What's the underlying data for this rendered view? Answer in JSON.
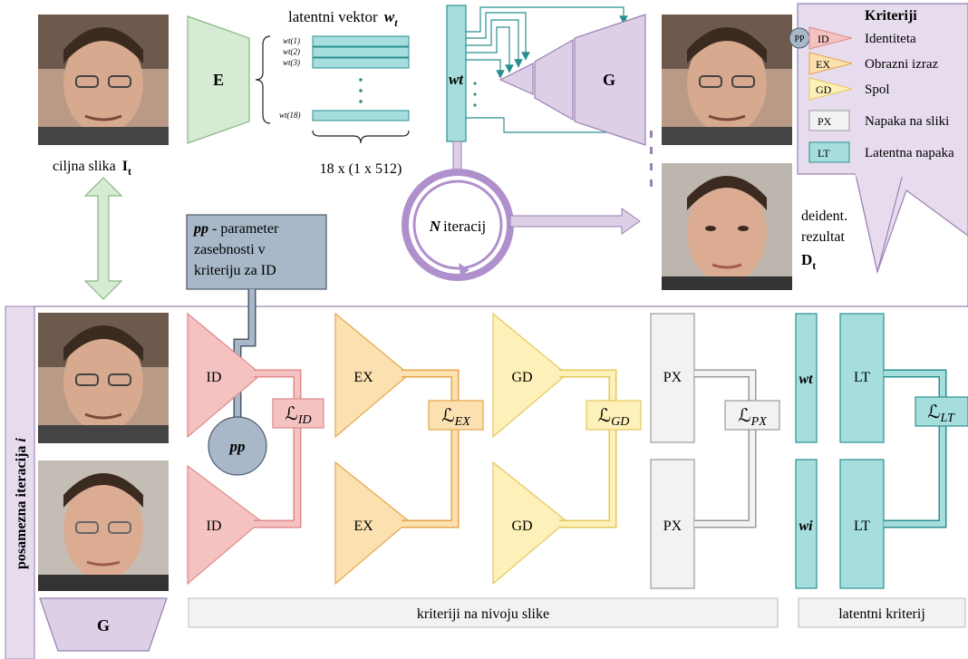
{
  "target": {
    "caption": "ciljna slika",
    "symbol": "I",
    "subscript": "t"
  },
  "encoder": {
    "label": "E"
  },
  "latent": {
    "title": "latentni vektor",
    "symbol": "w",
    "subscript": "t",
    "rows": [
      "wt(1)",
      "wt(2)",
      "wt(3)",
      "wt(18)"
    ],
    "dims": "18 x (1 x 512)"
  },
  "wt_box": {
    "label": "wt"
  },
  "generator": {
    "label": "G"
  },
  "iterations": {
    "N": "N",
    "text": "iteracij"
  },
  "result": {
    "line1": "deident.",
    "line2": "rezultat",
    "symbol": "D",
    "subscript": "t"
  },
  "pp_box": {
    "line1": "pp",
    "line1_rest": " - parameter",
    "line2": "zasebnosti v",
    "line3": "kriteriju za ID"
  },
  "legend": {
    "title": "Kriteriji",
    "pp": "PP",
    "items": [
      {
        "tag": "ID",
        "text": "Identiteta",
        "color": "#f5c2c2"
      },
      {
        "tag": "EX",
        "text": "Obrazni izraz",
        "color": "#fbe0b0"
      },
      {
        "tag": "GD",
        "text": "Spol",
        "color": "#fdf0b8"
      },
      {
        "tag": "PX",
        "text": "Napaka na sliki",
        "color": "#f2f2f2"
      },
      {
        "tag": "LT",
        "text": "Latentna napaka",
        "color": "#a6dede"
      }
    ]
  },
  "side_label": {
    "text": "posamezna iteracija",
    "symbol": "i"
  },
  "bottom": {
    "g_label": "G",
    "image_criteria": "kriteriji na nivoju slike",
    "latent_criteria": "latentni kriterij"
  },
  "networks": {
    "id": "ID",
    "ex": "EX",
    "gd": "GD",
    "px": "PX",
    "lt": "LT",
    "wt": "wt",
    "wi": "wi",
    "pp": "pp"
  },
  "losses": {
    "id": "L_ID",
    "ex": "L_EX",
    "gd": "L_GD",
    "px": "L_PX",
    "lt": "L_LT"
  },
  "colors": {
    "id_fill": "#f5c2c2",
    "id_stroke": "#e08a8a",
    "ex_fill": "#fbe0b0",
    "ex_stroke": "#e6a54a",
    "gd_fill": "#fdf0b8",
    "gd_stroke": "#e6c85a",
    "px_fill": "#f2f2f2",
    "px_stroke": "#9a9a9a",
    "lt_fill": "#a6dede",
    "lt_stroke": "#2b8f8f",
    "g_fill": "#dccfe6",
    "g_stroke": "#9a80b4",
    "e_fill": "#d6ead4",
    "e_stroke": "#8ab884",
    "pp_fill": "#a8b8c8",
    "pp_stroke": "#4a5a6a",
    "iter_ring": "#b090cc"
  }
}
